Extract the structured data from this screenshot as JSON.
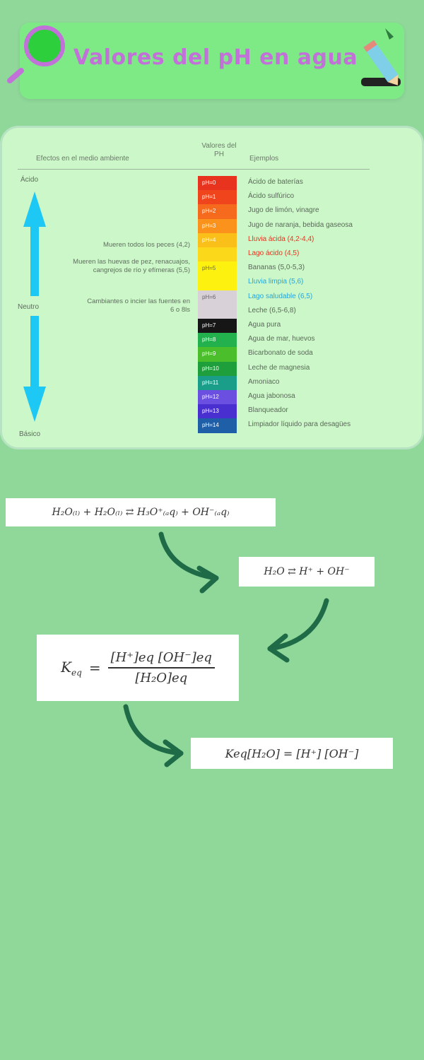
{
  "banner": {
    "title": "Valores del pH en agua",
    "colors": {
      "background": "#7eea86",
      "title": "#c271d9"
    },
    "icons": [
      "magnifying-glass-icon",
      "pencil-icon"
    ]
  },
  "ph_table": {
    "headers": {
      "effect": "Efectos en el medio ambiente",
      "ph_values": "Valores del PH",
      "examples": "Ejemplos"
    },
    "scale_labels": {
      "acid": "Ácido",
      "neutral": "Neutro",
      "basic": "Básico"
    },
    "effects": [
      "Mueren todos los peces (4,2)",
      "Mueren las huevas de pez, renacuajos, cangrejos de río y efímeras (5,5)",
      "Cambiantes o incier las fuentes en 6 o 8ls"
    ],
    "rows": [
      {
        "ph": "pH=0",
        "color": "#e8341f",
        "example": "Ácido de baterías",
        "example_color": "#5a6a5a"
      },
      {
        "ph": "pH=1",
        "color": "#f0451c",
        "example": "Ácido sulfúrico",
        "example_color": "#5a6a5a"
      },
      {
        "ph": "pH=2",
        "color": "#f56a1c",
        "example": "Jugo de limón, vinagre",
        "example_color": "#5a6a5a"
      },
      {
        "ph": "pH=3",
        "color": "#fa921c",
        "example": "Jugo de naranja, bebida gaseosa",
        "example_color": "#5a6a5a"
      },
      {
        "ph": "pH=4",
        "color": "#fbbf1a",
        "example": "Lluvia ácida (4,2-4,4)",
        "example_color": "#e8341f"
      },
      {
        "ph": "",
        "color": "#fbd81a",
        "example": "Lago ácido (4,5)",
        "example_color": "#e8341f"
      },
      {
        "ph": "pH=5",
        "color": "#fdf20f",
        "example": "Bananas (5,0-5,3)",
        "example_color": "#5a6a5a"
      },
      {
        "ph": "",
        "color": "#fdf20f",
        "example": "Lluvia limpia (5,6)",
        "example_color": "#26a6d9"
      },
      {
        "ph": "pH=6",
        "color": "#d8d1d8",
        "example": "Lago saludable (6,5)",
        "example_color": "#26a6d9"
      },
      {
        "ph": "",
        "color": "#d8d1d8",
        "example": "Leche (6,5-6,8)",
        "example_color": "#5a6a5a"
      },
      {
        "ph": "pH=7",
        "color": "#161616",
        "example": "Agua pura",
        "example_color": "#5a6a5a"
      },
      {
        "ph": "pH=8",
        "color": "#22b14c",
        "example": "Agua de mar, huevos",
        "example_color": "#5a6a5a"
      },
      {
        "ph": "pH=9",
        "color": "#4bbf2b",
        "example": "Bicarbonato de soda",
        "example_color": "#5a6a5a"
      },
      {
        "ph": "pH=10",
        "color": "#1e9f3c",
        "example": "Leche de magnesia",
        "example_color": "#5a6a5a"
      },
      {
        "ph": "pH=11",
        "color": "#1a9e8a",
        "example": "Amoniaco",
        "example_color": "#5a6a5a"
      },
      {
        "ph": "pH=12",
        "color": "#6a4fe0",
        "example": "Agua jabonosa",
        "example_color": "#5a6a5a"
      },
      {
        "ph": "pH=13",
        "color": "#4a2fd0",
        "example": "Blanqueador",
        "example_color": "#5a6a5a"
      },
      {
        "ph": "pH=14",
        "color": "#1f5fa8",
        "example": "Limpiador líquido para desagües",
        "example_color": "#5a6a5a"
      }
    ]
  },
  "equations": {
    "eq1": "H₂O₍ₗ₎ + H₂O₍ₗ₎ ⇄ H₃O⁺₍ₐq₎ + OH⁻₍ₐq₎",
    "eq2": "H₂O ⇄ H⁺ + OH⁻",
    "keq_lhs": "K",
    "keq_sub": "eq",
    "keq_eq": "=",
    "keq_num": "[H⁺]eq [OH⁻]eq",
    "keq_den": "[H₂O]eq",
    "eq4": "Keq[H₂O] = [H⁺] [OH⁻]",
    "arrow_color": "#1f6b47"
  }
}
